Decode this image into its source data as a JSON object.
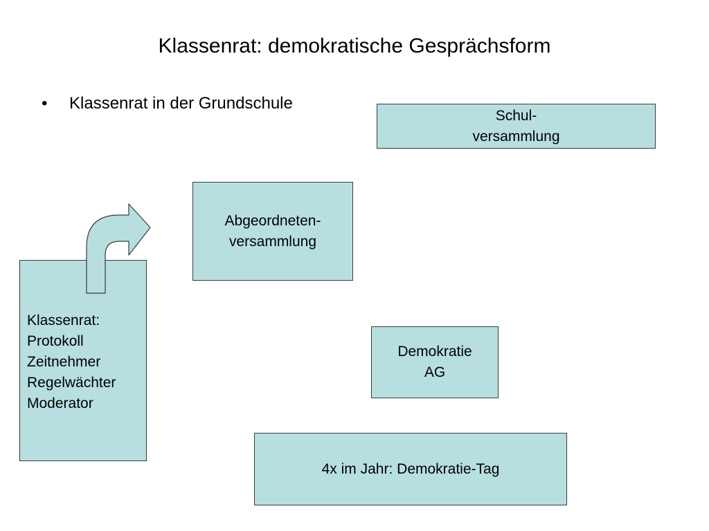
{
  "slide": {
    "title": "Klassenrat: demokratische Gesprächsform",
    "bullet": {
      "symbol": "•",
      "text": "Klassenrat in der Grundschule"
    }
  },
  "colors": {
    "box_fill": "#b7dfe0",
    "box_border": "#3a3a3a",
    "arrow_fill": "#b7dfe0",
    "arrow_stroke": "#3a3a3a"
  },
  "boxes": {
    "schulversammlung": {
      "line1": "Schul-",
      "line2": "versammlung"
    },
    "abgeordnetenversammlung": {
      "line1": "Abgeordneten-",
      "line2": "versammlung"
    },
    "klassenrat": {
      "items": [
        "Klassenrat:",
        "Protokoll",
        "Zeitnehmer",
        "Regelwächter",
        "Moderator"
      ]
    },
    "demokratie_ag": {
      "line1": "Demokratie",
      "line2": "AG"
    },
    "demokratie_tag": {
      "text": "4x im Jahr: Demokratie-Tag"
    }
  },
  "icons": {
    "curved_arrow": "curved-up-right-arrow-icon"
  }
}
